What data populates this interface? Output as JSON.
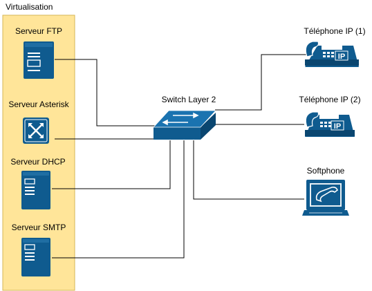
{
  "group": {
    "label": "Virtualisation"
  },
  "servers": [
    {
      "label": "Serveur FTP",
      "icon": "server-tower-icon"
    },
    {
      "label": "Serveur Asterisk",
      "icon": "router-icon"
    },
    {
      "label": "Serveur DHCP",
      "icon": "server-tower-icon"
    },
    {
      "label": "Serveur SMTP",
      "icon": "server-tower-icon"
    }
  ],
  "switch": {
    "label": "Switch Layer 2",
    "icon": "network-switch-icon"
  },
  "clients": [
    {
      "label": "Téléphone IP (1)",
      "icon": "ip-phone-icon"
    },
    {
      "label": "Téléphone IP (2)",
      "icon": "ip-phone-icon"
    },
    {
      "label": "Softphone",
      "icon": "softphone-monitor-icon"
    }
  ],
  "colors": {
    "group_fill": "#FFE599",
    "group_stroke": "#D6B656",
    "icon_fill": "#0F5B8F",
    "icon_light": "#FFFFFF",
    "connector": "#000000"
  }
}
